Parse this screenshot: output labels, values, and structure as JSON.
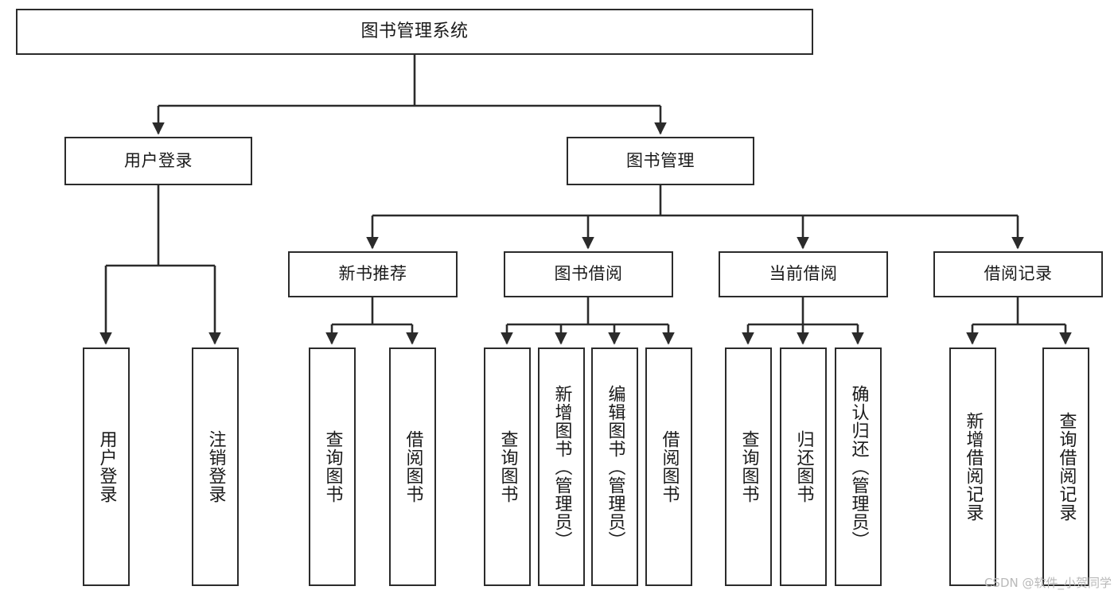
{
  "diagram": {
    "type": "tree",
    "title": "图书管理系统",
    "orientation": "top-down",
    "colors": {
      "stroke": "#2b2b2b",
      "fill": "#ffffff",
      "text": "#1a1a1a",
      "watermark": "#b9b9b9"
    },
    "nodes": {
      "root": {
        "label": "图书管理系统",
        "level": 1
      },
      "l2": [
        {
          "id": "user-login",
          "label": "用户登录",
          "level": 2
        },
        {
          "id": "book-manage",
          "label": "图书管理",
          "level": 2
        }
      ],
      "l3": [
        {
          "id": "new-book-recommend",
          "label": "新书推荐",
          "level": 3,
          "parent": "book-manage"
        },
        {
          "id": "book-borrow",
          "label": "图书借阅",
          "level": 3,
          "parent": "book-manage"
        },
        {
          "id": "current-borrow",
          "label": "当前借阅",
          "level": 3,
          "parent": "book-manage"
        },
        {
          "id": "borrow-record",
          "label": "借阅记录",
          "level": 3,
          "parent": "book-manage"
        }
      ],
      "leaves": [
        {
          "id": "leaf-user-login",
          "label": "用户登录",
          "parent": "user-login"
        },
        {
          "id": "leaf-user-logout",
          "label": "注销登录",
          "parent": "user-login"
        },
        {
          "id": "leaf-query-book-1",
          "label": "查询图书",
          "parent": "new-book-recommend"
        },
        {
          "id": "leaf-borrow-book-1",
          "label": "借阅图书",
          "parent": "new-book-recommend"
        },
        {
          "id": "leaf-query-book-2",
          "label": "查询图书",
          "parent": "book-borrow"
        },
        {
          "id": "leaf-add-book",
          "label": "新增图书（管理员）",
          "parent": "book-borrow"
        },
        {
          "id": "leaf-edit-book",
          "label": "编辑图书（管理员）",
          "parent": "book-borrow"
        },
        {
          "id": "leaf-borrow-book-2",
          "label": "借阅图书",
          "parent": "book-borrow"
        },
        {
          "id": "leaf-query-book-3",
          "label": "查询图书",
          "parent": "current-borrow"
        },
        {
          "id": "leaf-return-book",
          "label": "归还图书",
          "parent": "current-borrow"
        },
        {
          "id": "leaf-confirm-return",
          "label": "确认归还（管理员）",
          "parent": "current-borrow"
        },
        {
          "id": "leaf-add-record",
          "label": "新增借阅记录",
          "parent": "borrow-record"
        },
        {
          "id": "leaf-query-record",
          "label": "查询借阅记录",
          "parent": "borrow-record"
        }
      ]
    }
  },
  "watermark": {
    "text": "CSDN @软件_小贺同学"
  }
}
